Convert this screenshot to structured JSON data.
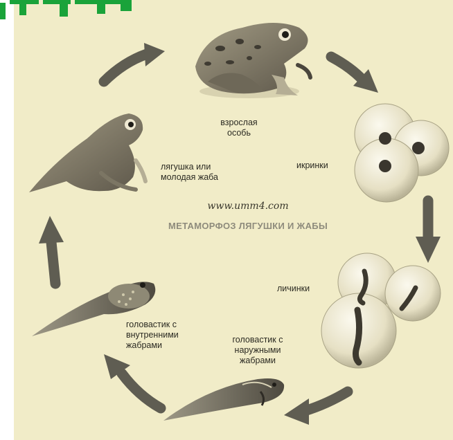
{
  "source_url": "www.umm4.com",
  "title": "МЕТАМОРФОЗ ЛЯГУШКИ И ЖАБЫ",
  "stages": {
    "adult": "взрослая особь",
    "eggs": "икринки",
    "larvae": "личинки",
    "tadpole_external": "головастик с наружными жабрами",
    "tadpole_internal": "головастик с внутренними жабрами",
    "froglet": "лягушка или молодая жаба"
  },
  "colors": {
    "background": "#f1ecc8",
    "arrow": "#5f5d52",
    "corner_mark": "#1aa33a"
  }
}
